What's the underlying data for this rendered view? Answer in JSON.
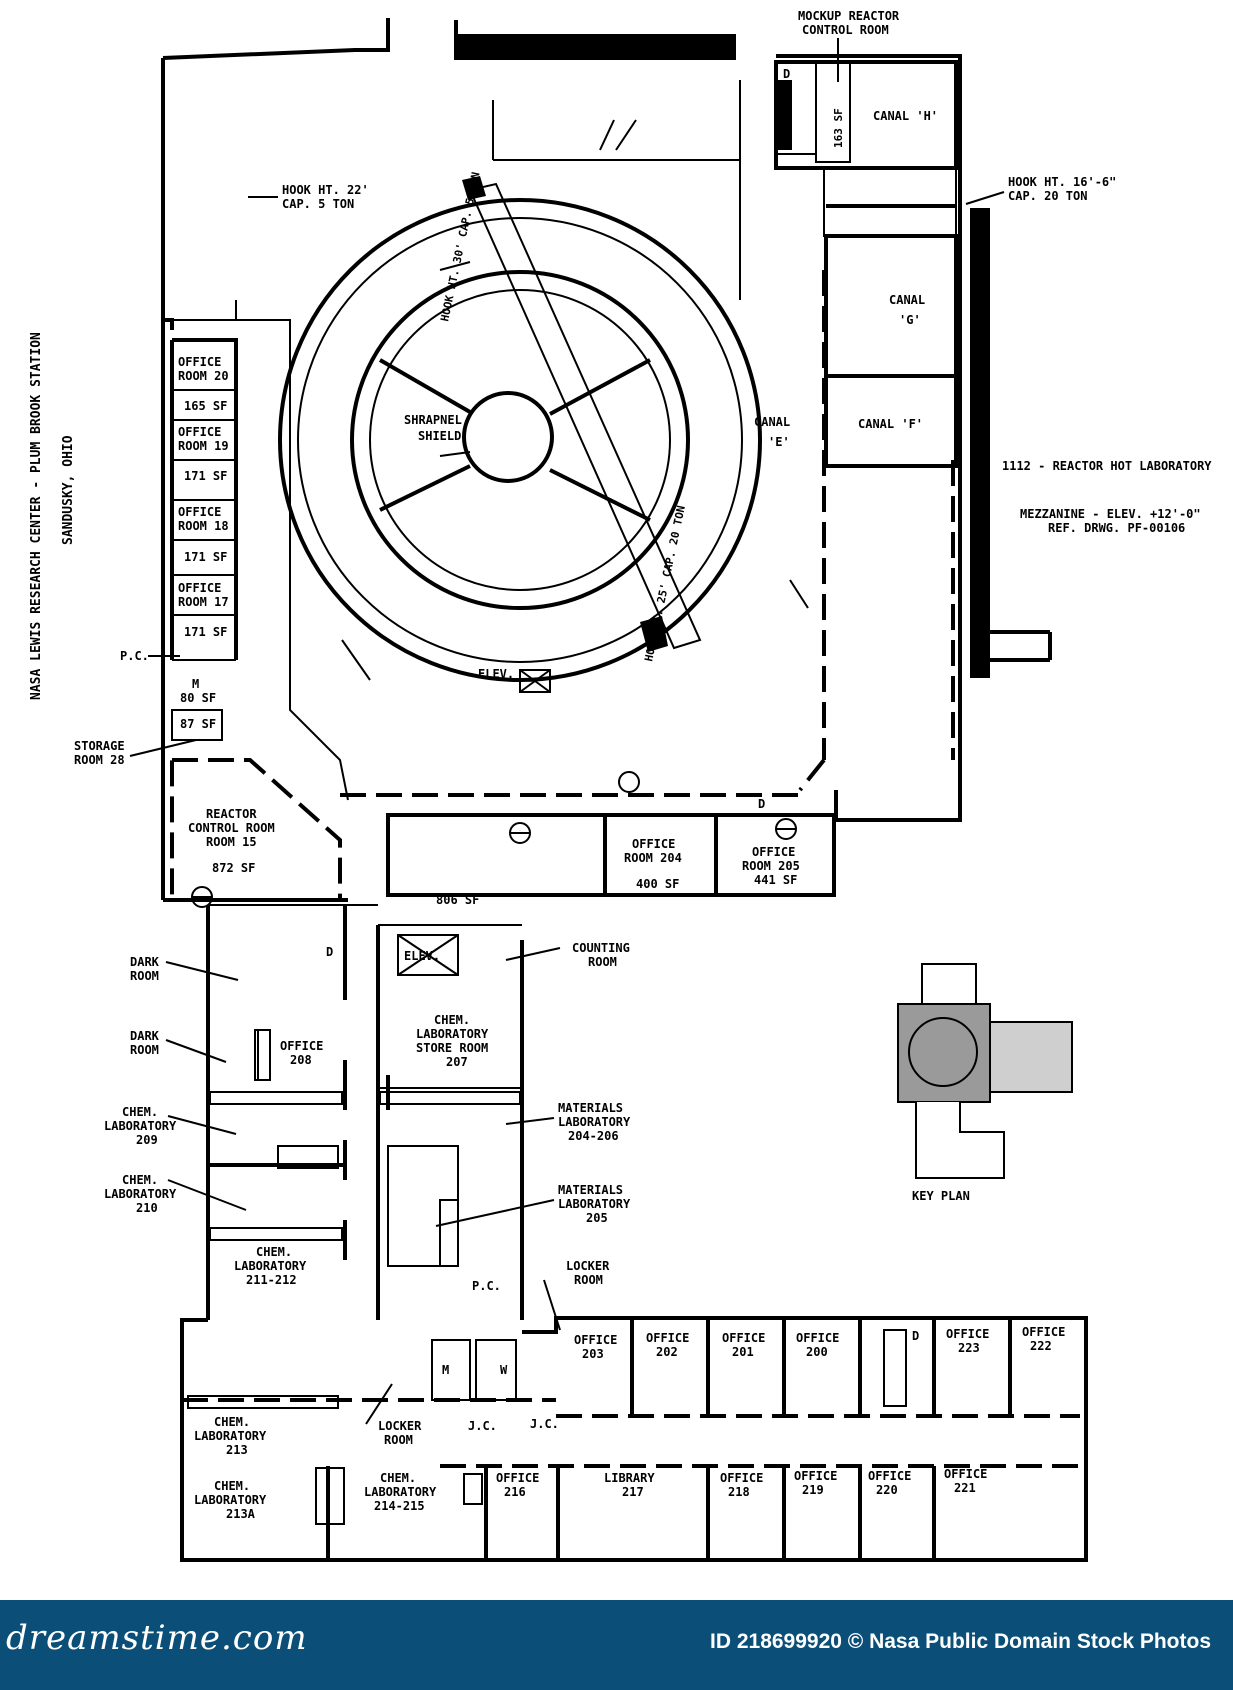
{
  "side_title": {
    "line1": "NASA LEWIS RESEARCH CENTER - PLUM BROOK STATION",
    "line2": "SANDUSKY, OHIO"
  },
  "notes": {
    "hook_22_a": "HOOK HT. 22'",
    "hook_22_b": "CAP.    5 TON",
    "hook_16_a": "HOOK HT. 16'-6\"",
    "hook_16_b": "CAP.       20 TON",
    "building": "1112 - REACTOR HOT LABORATORY",
    "mezz_a": "MEZZANINE - ELEV. +12'-0\"",
    "mezz_b": "REF. DRWG. PF-00106",
    "hook_30": "HOOK HT. 30' CAP. 5 TON",
    "hook_25": "HOOK HT. 25' CAP. 20 TON"
  },
  "rooms": {
    "mockup_a": "MOCKUP REACTOR",
    "mockup_b": "CONTROL ROOM",
    "mockup_sf": "163 SF",
    "canal_h": "CANAL 'H'",
    "canal_g_a": "CANAL",
    "canal_g_b": "'G'",
    "canal_f": "CANAL 'F'",
    "canal_e_a": "CANAL",
    "canal_e_b": "'E'",
    "shrapnel_a": "SHRAPNEL",
    "shrapnel_b": "SHIELD",
    "elev": "ELEV.",
    "office20_a": "OFFICE",
    "office20_b": "ROOM 20",
    "sf165": "165 SF",
    "office19_a": "OFFICE",
    "office19_b": "ROOM 19",
    "sf171a": "171 SF",
    "office18_a": "OFFICE",
    "office18_b": "ROOM 18",
    "sf171b": "171 SF",
    "office17_a": "OFFICE",
    "office17_b": "ROOM 17",
    "sf171c": "171 SF",
    "pc1": "P.C.",
    "m": "M",
    "sf80": "80 SF",
    "sf87": "87 SF",
    "storage_a": "STORAGE",
    "storage_b": "ROOM 28",
    "rcr_a": "REACTOR",
    "rcr_b": "CONTROL ROOM",
    "rcr_c": "ROOM 15",
    "rcr_sf": "872 SF",
    "sf806": "806 SF",
    "office204_a": "OFFICE",
    "office204_b": "ROOM 204",
    "office204_sf": "400 SF",
    "office205_a": "OFFICE",
    "office205_b": "ROOM 205",
    "office205_sf": "441 SF",
    "d1": "D",
    "d2": "D",
    "d3": "D",
    "d4": "D",
    "counting_a": "COUNTING",
    "counting_b": "ROOM",
    "elev2": "ELEV.",
    "store_a": "CHEM.",
    "store_b": "LABORATORY",
    "store_c": "STORE ROOM",
    "store_d": "207",
    "dark1_a": "DARK",
    "dark1_b": "ROOM",
    "dark2_a": "DARK",
    "dark2_b": "ROOM",
    "office208_a": "OFFICE",
    "office208_b": "208",
    "chem209_a": "CHEM.",
    "chem209_b": "LABORATORY",
    "chem209_c": "209",
    "chem210_a": "CHEM.",
    "chem210_b": "LABORATORY",
    "chem210_c": "210",
    "mat204_a": "MATERIALS",
    "mat204_b": "LABORATORY",
    "mat204_c": "204-206",
    "mat205_a": "MATERIALS",
    "mat205_b": "LABORATORY",
    "mat205_c": "205",
    "chem211_a": "CHEM.",
    "chem211_b": "LABORATORY",
    "chem211_c": "211-212",
    "pc2": "P.C.",
    "locker1_a": "LOCKER",
    "locker1_b": "ROOM",
    "office203_a": "OFFICE",
    "office203_b": "203",
    "office202_a": "OFFICE",
    "office202_b": "202",
    "office201_a": "OFFICE",
    "office201_b": "201",
    "office200_a": "OFFICE",
    "office200_b": "200",
    "office223_a": "OFFICE",
    "office223_b": "223",
    "office222_a": "OFFICE",
    "office222_b": "222",
    "m2": "M",
    "w": "W",
    "locker2_a": "LOCKER",
    "locker2_b": "ROOM",
    "jc1": "J.C.",
    "jc2": "J.C.",
    "chem213_a": "CHEM.",
    "chem213_b": "LABORATORY",
    "chem213_c": "213",
    "chem213a_a": "CHEM.",
    "chem213a_b": "LABORATORY",
    "chem213a_c": "213A",
    "chem214_a": "CHEM.",
    "chem214_b": "LABORATORY",
    "chem214_c": "214-215",
    "office216_a": "OFFICE",
    "office216_b": "216",
    "library_a": "LIBRARY",
    "library_b": "217",
    "office218_a": "OFFICE",
    "office218_b": "218",
    "office219_a": "OFFICE",
    "office219_b": "219",
    "office220_a": "OFFICE",
    "office220_b": "220",
    "office221_a": "OFFICE",
    "office221_b": "221"
  },
  "key_plan_label": "KEY PLAN",
  "footer": {
    "brand": "dreamstime.com",
    "credit": "ID 218699920 © Nasa Public Domain Stock Photos"
  }
}
